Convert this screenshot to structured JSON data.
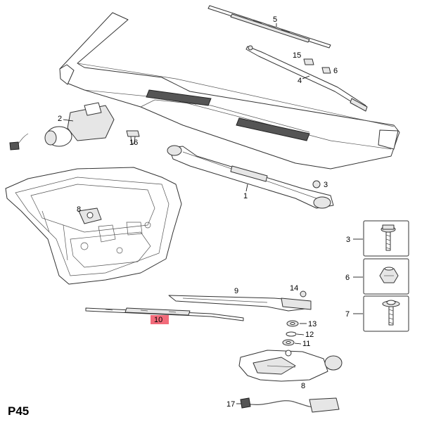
{
  "page_code": "P45",
  "highlight_color": "#f26b7a",
  "callouts": {
    "c1": "1",
    "c2": "2",
    "c3": "3",
    "c4": "4",
    "c5": "5",
    "c6": "6",
    "c8_tailgate": "8",
    "c8_motor": "8",
    "c9": "9",
    "c10": "10",
    "c11": "11",
    "c12": "12",
    "c13": "13",
    "c14": "14",
    "c15": "15",
    "c16": "16",
    "c17": "17"
  },
  "detail_boxes": [
    {
      "label": "3",
      "icon": "flange-bolt-icon"
    },
    {
      "label": "6",
      "icon": "hex-nut-icon"
    },
    {
      "label": "7",
      "icon": "washer-screw-icon"
    }
  ]
}
